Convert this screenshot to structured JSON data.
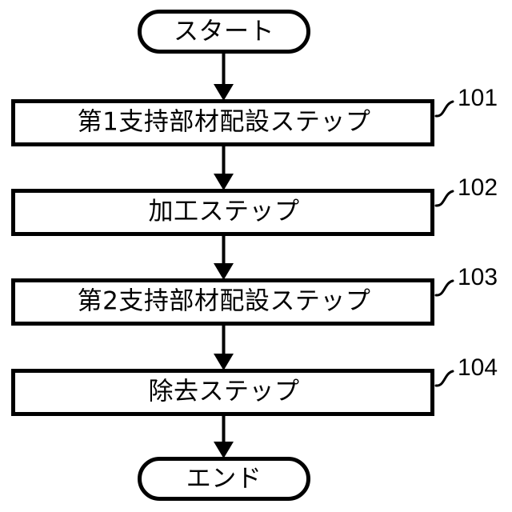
{
  "diagram": {
    "type": "flowchart",
    "orientation": "vertical-top-to-bottom",
    "background_color": "#ffffff",
    "line_color": "#000000",
    "nodes": [
      {
        "id": "start",
        "shape": "terminal",
        "label": "スタート"
      },
      {
        "id": "step-101",
        "shape": "process",
        "label": "第1支持部材配設ステップ",
        "ref": "101"
      },
      {
        "id": "step-102",
        "shape": "process",
        "label": "加工ステップ",
        "ref": "102"
      },
      {
        "id": "step-103",
        "shape": "process",
        "label": "第2支持部材配設ステップ",
        "ref": "103"
      },
      {
        "id": "step-104",
        "shape": "process",
        "label": "除去ステップ",
        "ref": "104"
      },
      {
        "id": "end",
        "shape": "terminal",
        "label": "エンド"
      }
    ],
    "connectors": [
      {
        "from": "start",
        "to": "step-101",
        "arrow": "down"
      },
      {
        "from": "step-101",
        "to": "step-102",
        "arrow": "down"
      },
      {
        "from": "step-102",
        "to": "step-103",
        "arrow": "down"
      },
      {
        "from": "step-103",
        "to": "step-104",
        "arrow": "down"
      },
      {
        "from": "step-104",
        "to": "end",
        "arrow": "down"
      }
    ]
  }
}
